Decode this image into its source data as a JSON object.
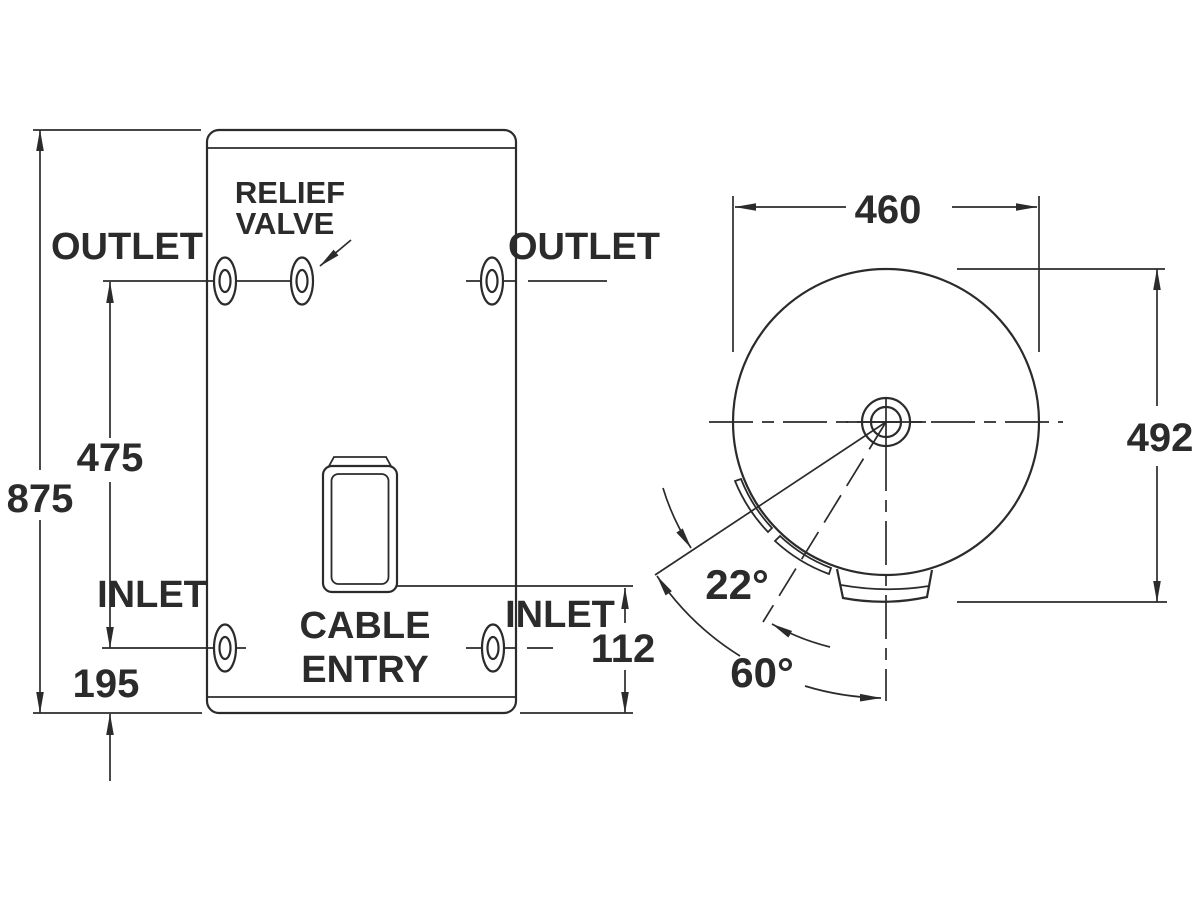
{
  "front_view": {
    "labels": {
      "relief_line1": "RELIEF",
      "relief_line2": "VALVE",
      "outlet_left": "OUTLET",
      "outlet_right": "OUTLET",
      "inlet_left": "INLET",
      "inlet_right": "INLET",
      "cable_line1": "CABLE",
      "cable_line2": "ENTRY"
    },
    "dimensions": {
      "overall_height_mm": "875",
      "outlet_to_inlet_mm": "475",
      "inlet_height_mm": "195",
      "cable_entry_height_mm": "112"
    }
  },
  "top_view": {
    "dimensions": {
      "diameter_mm": "460",
      "overall_depth_mm": "492",
      "relief_valve_angle": "22°",
      "inlet_angle": "60°"
    }
  },
  "style": {
    "line_color": "#2b2b2b",
    "background_color": "#ffffff"
  }
}
